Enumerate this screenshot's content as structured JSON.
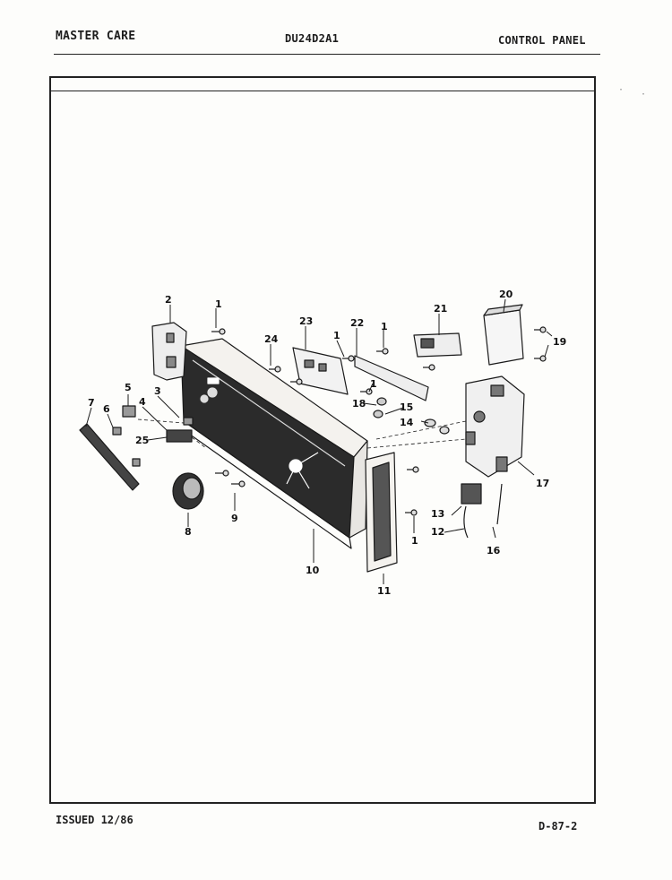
{
  "header": {
    "brand": "MASTER CARE",
    "model": "DU24D2A1",
    "section": "CONTROL PANEL"
  },
  "footer": {
    "issued": "ISSUED 12/86",
    "page_code": "D-87-2"
  },
  "diagram": {
    "callouts": [
      "1",
      "2",
      "3",
      "4",
      "5",
      "6",
      "7",
      "8",
      "9",
      "10",
      "11",
      "12",
      "13",
      "14",
      "15",
      "16",
      "17",
      "18",
      "19",
      "20",
      "21",
      "22",
      "23",
      "24",
      "25",
      "1",
      "1",
      "1",
      "1"
    ]
  }
}
